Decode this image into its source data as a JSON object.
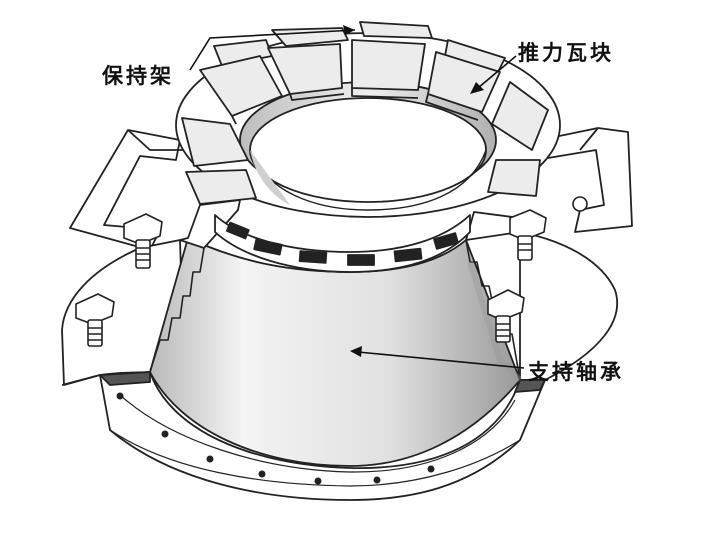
{
  "labels": {
    "cage": "保持架",
    "thrust_pad": "推力瓦块",
    "support_bearing": "支持轴承"
  },
  "colors": {
    "line": "#222222",
    "light_gray": "#e6e6e6",
    "mid_gray": "#c8c8c8",
    "dark_gray": "#555555",
    "white": "#ffffff"
  }
}
